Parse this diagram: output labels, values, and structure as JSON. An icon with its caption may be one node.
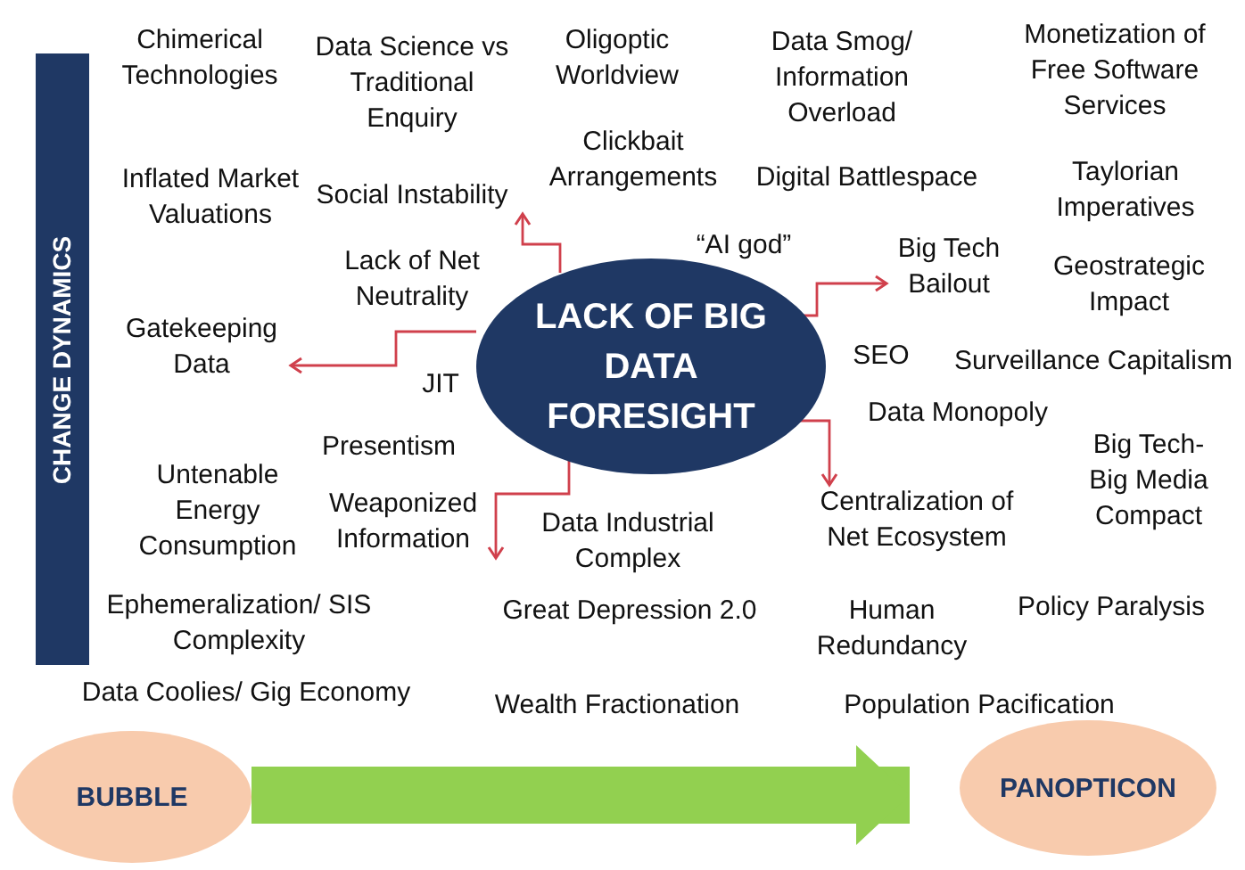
{
  "diagram": {
    "nodes": [
      {
        "text": [
          "LACK OF BIG DATA FORESIGHT"
        ]
      },
      {
        "text": [
          "CHANGE DYNAMICS"
        ]
      },
      {
        "text": [
          "BUBBLE"
        ]
      },
      {
        "text": [
          "PANOPTICON"
        ]
      },
      {
        "text": [
          "Social Instability"
        ]
      },
      {
        "text": [
          "Gatekeeping Data"
        ]
      },
      {
        "text": [
          "Weaponized Information"
        ]
      },
      {
        "text": [
          "Big Tech Bailout"
        ]
      },
      {
        "text": [
          "Centralization of Net Ecosystem"
        ]
      }
    ],
    "edges": [
      {
        "from": 0,
        "to": 4,
        "arrow": "to"
      },
      {
        "from": 0,
        "to": 5,
        "arrow": "to"
      },
      {
        "from": 0,
        "to": 6,
        "arrow": "to"
      },
      {
        "from": 0,
        "to": 7,
        "arrow": "to"
      },
      {
        "from": 0,
        "to": 8,
        "arrow": "to"
      },
      {
        "from": 2,
        "to": 3,
        "arrow": "to",
        "style": "thick",
        "color": "#92d050"
      }
    ],
    "labels": [
      "Chimerical Technologies",
      "Data Science vs Traditional Enquiry",
      "Oligoptic Worldview",
      "Data Smog/ Information Overload",
      "Monetization of Free Software Services",
      "Inflated Market Valuations",
      "Clickbait Arrangements",
      "Digital Battlespace",
      "Taylorian Imperatives",
      "Lack of Net Neutrality",
      "“AI god”",
      "Geostrategic Impact",
      "JIT",
      "SEO",
      "Surveillance Capitalism",
      "Presentism",
      "Data Monopoly",
      "Untenable Energy Consumption",
      "Big Tech- Big Media Compact",
      "Data Industrial Complex",
      "Ephemeralization/ SIS Complexity",
      "Great Depression 2.0",
      "Human Redundancy",
      "Policy Paralysis",
      "Data Coolies/ Gig Economy",
      "Wealth Fractionation",
      "Population Pacification"
    ]
  }
}
